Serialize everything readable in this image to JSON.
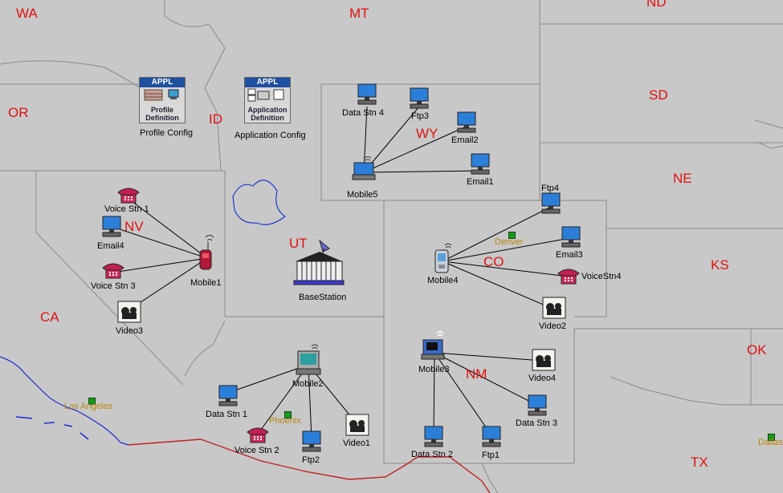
{
  "states": [
    "WA",
    "MT",
    "ND",
    "OR",
    "ID",
    "SD",
    "WY",
    "NE",
    "NV",
    "UT",
    "CO",
    "KS",
    "CA",
    "NM",
    "OK",
    "TX"
  ],
  "cities": [
    "Denver",
    "Los Angeles",
    "Phoenix",
    "Dallas"
  ],
  "config": {
    "profile": {
      "header": "APPL",
      "line1": "Profile",
      "line2": "Definition",
      "label": "Profile Config"
    },
    "application": {
      "header": "APPL",
      "line1": "Application",
      "line2": "Definition",
      "label": "Application Config"
    }
  },
  "base_station": "BaseStation",
  "nodes": {
    "data_stn_4": "Data Stn 4",
    "ftp3": "Ftp3",
    "email2": "Email2",
    "email1": "Email1",
    "mobile5": "Mobile5",
    "voice_stn_1": "Voice Stn 1",
    "email4": "Email4",
    "voice_stn_3": "Voice Stn 3",
    "mobile1": "Mobile1",
    "video3": "Video3",
    "ftp4": "Ftp4",
    "email3": "Email3",
    "voicestn4": "VoiceStn4",
    "mobile4": "Mobile4",
    "video2": "Video2",
    "mobile2": "Mobile2",
    "data_stn_1": "Data Stn 1",
    "voice_stn_2": "Voice Stn 2",
    "ftp2": "Ftp2",
    "video1": "Video1",
    "mobile3": "Mobile3",
    "video4": "Video4",
    "data_stn_3": "Data Stn 3",
    "data_stn_2": "Data Stn 2",
    "ftp1": "Ftp1"
  },
  "colors": {
    "map_bg": "#c8c8c8",
    "state_label": "#e01010",
    "city_label": "#b8860b",
    "border_line": "#8a8a8a"
  }
}
